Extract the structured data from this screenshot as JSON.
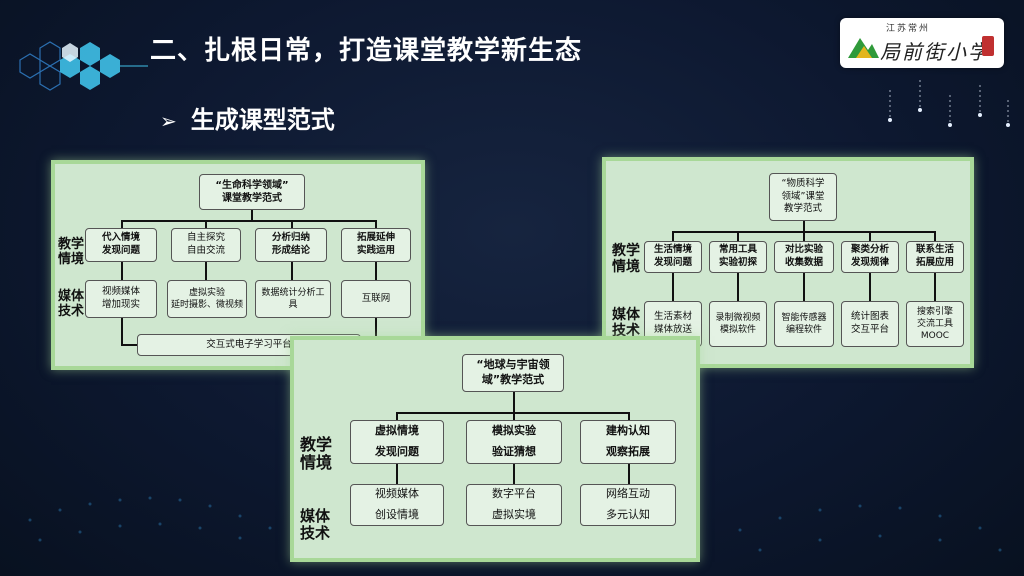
{
  "slide": {
    "title": "二、扎根日常，打造课堂教学新生态",
    "subtitle": "生成课型范式",
    "subtitle_bullet": "➢"
  },
  "logo": {
    "small_text": "江苏常州",
    "main_text": "局前街小学"
  },
  "panel_life": {
    "top_box": "“生命科学领域”\n课堂教学范式",
    "teaching_label": "教学\n情境",
    "media_label": "媒体\n技术",
    "steps": [
      "代入情境\n发现问题",
      "自主探究\n自由交流",
      "分析归纳\n形成结论",
      "拓展延伸\n实践运用"
    ],
    "media": [
      "视频媒体\n增加现实",
      "虚拟实验\n延时摄影、微视频",
      "数据统计分析工\n具",
      "互联网"
    ],
    "bottom_box": "交互式电子学习平台"
  },
  "panel_matter": {
    "top_box": "“物质科学\n领域”课堂\n教学范式",
    "teaching_label": "教学\n情境",
    "media_label": "媒体\n技术",
    "steps": [
      "生活情境\n发现问题",
      "常用工具\n实验初探",
      "对比实验\n收集数据",
      "聚类分析\n发现规律",
      "联系生活\n拓展应用"
    ],
    "media": [
      "生活素材\n媒体放送",
      "录制微视频\n模拟软件",
      "智能传感器\n编程软件",
      "统计图表\n交互平台",
      "搜索引擎\n交流工具\nMOOC"
    ]
  },
  "panel_earth": {
    "top_box": "“地球与宇宙领\n域”教学范式",
    "teaching_label": "教学\n情境",
    "media_label": "媒体\n技术",
    "steps": [
      "虚拟情境\n发现问题",
      "模拟实验\n验证猜想",
      "建构认知\n观察拓展"
    ],
    "media": [
      "视频媒体\n创设情境",
      "数字平台\n虚拟实境",
      "网络互动\n多元认知"
    ]
  },
  "colors": {
    "panel_fill": "#cfe7cf",
    "panel_border": "#a8d898",
    "background": "#0d1830"
  }
}
